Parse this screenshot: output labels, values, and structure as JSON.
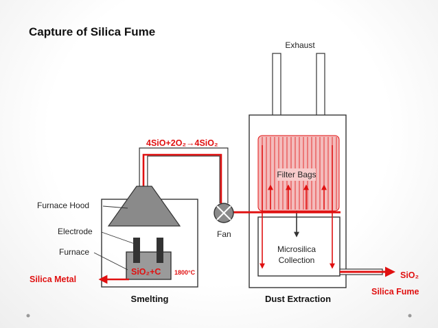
{
  "title": "Capture of Silica Fume",
  "labels": {
    "exhaust": "Exhaust",
    "filter_bags": "Filter Bags",
    "microsilica_line1": "Microsilica",
    "microsilica_line2": "Collection",
    "furnace_hood": "Furnace Hood",
    "electrode": "Electrode",
    "furnace": "Furnace",
    "fan": "Fan",
    "silica_metal": "Silica Metal",
    "temperature": "1800°C",
    "smelting": "Smelting",
    "dust_extraction": "Dust Extraction",
    "output_formula": "SiO₂",
    "silica_fume": "Silica Fume"
  },
  "reactions": {
    "oxidation": "4SiO+2O₂→4SiO₂",
    "charge": "SiO₂+C"
  },
  "colors": {
    "red": "#e01010",
    "gray": "#8a8a8a",
    "dark": "#333333",
    "bag_fill": "#f4bcbc"
  }
}
